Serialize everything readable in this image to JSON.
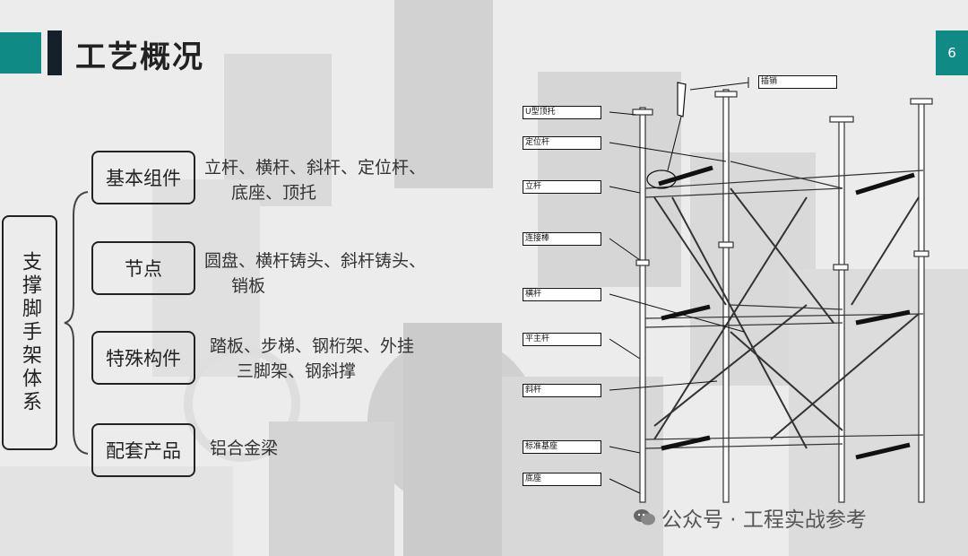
{
  "slide": {
    "title": "工艺概况",
    "page_number": "6"
  },
  "system": {
    "label": "支撑脚手架体系"
  },
  "categories": [
    {
      "name": "基本组件",
      "desc_line1": "立杆、横杆、斜杆、定位杆、",
      "desc_line2": "底座、顶托"
    },
    {
      "name": "节点",
      "desc_line1": "圆盘、横杆铸头、斜杆铸头、",
      "desc_line2": "销板"
    },
    {
      "name": "特殊构件",
      "desc_line1": "踏板、步梯、钢桁架、外挂",
      "desc_line2": "三脚架、钢斜撑"
    },
    {
      "name": "配套产品",
      "desc_line1": "铝合金梁",
      "desc_line2": ""
    }
  ],
  "diagram_labels": {
    "pin": "插销",
    "u_top": "U型顶托",
    "locator": "定位杆",
    "post": "立杆",
    "connector": "连接棒",
    "crossbar": "横杆",
    "horizontal": "平主杆",
    "diagonal": "斜杆",
    "base_seat": "标准基座",
    "base": "底座"
  },
  "watermark": {
    "text": "公众号 · 工程实战参考",
    "icon": "wechat-icon"
  }
}
